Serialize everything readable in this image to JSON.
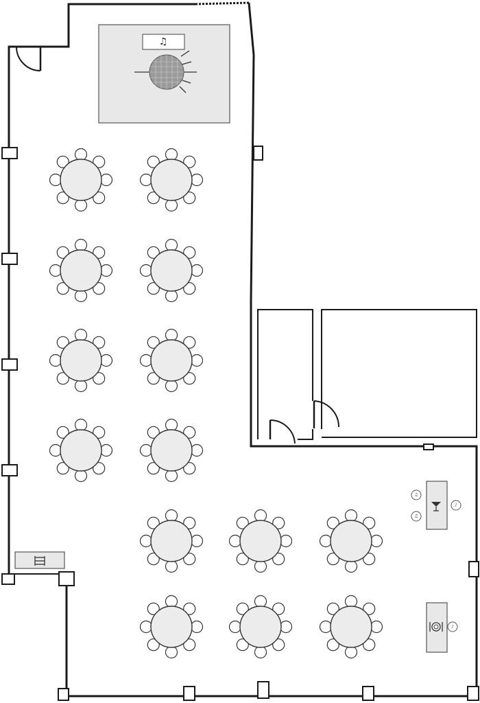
{
  "floor_plan": {
    "stage": {
      "music_sign_glyph": "♫",
      "disco_ball": "disco-ball-icon"
    },
    "rooms": {
      "service_room": "room",
      "storage_room": "room"
    },
    "dining_tables": {
      "count": 14,
      "chairs_per_table": 8,
      "shape": "round"
    },
    "stations": [
      {
        "name": "cocktail-bar",
        "icon": "cocktail-glass-icon"
      },
      {
        "name": "buffet-station",
        "icon": "plate-cutlery-icon"
      },
      {
        "name": "coat-rack",
        "icon": "rack-icon"
      }
    ],
    "colors": {
      "walls": "#1a1a1a",
      "zones": "#e8e8e8",
      "tables": "#ececec",
      "chairs": "#ffffff"
    }
  }
}
